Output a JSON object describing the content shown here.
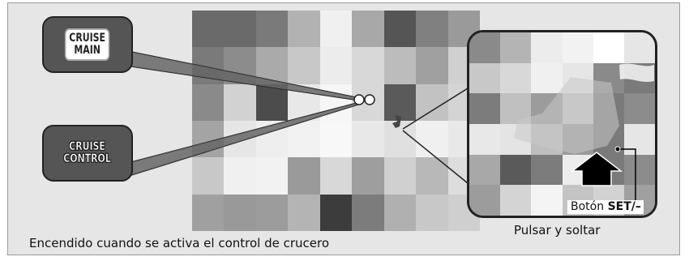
{
  "callouts": {
    "cruise_main": {
      "line1": "CRUISE",
      "line2": "MAIN"
    },
    "cruise_control": {
      "line1": "CRUISE",
      "line2": "CONTROL"
    }
  },
  "labels": {
    "caption_left": "Encendido cuando se activa el control de crucero",
    "caption_right": "Pulsar y soltar",
    "button_prefix": "Botón ",
    "button_bold": "SET/–"
  },
  "colors": {
    "frame_background": "#e6e6e6",
    "callout_fill": "#555555",
    "outline": "#222222"
  },
  "main_mosaic": [
    "#6a6a6a",
    "#6a6a6a",
    "#7a7a7a",
    "#b2b2b2",
    "#f0f0f0",
    "#a8a8a8",
    "#555555",
    "#808080",
    "#9a9a9a",
    "#7a7a7a",
    "#8c8c8c",
    "#aaaaaa",
    "#c8c8c8",
    "#ececec",
    "#d8d8d8",
    "#bcbcbc",
    "#a0a0a0",
    "#d0d0d0",
    "#8a8a8a",
    "#d2d2d2",
    "#4c4c4c",
    "#e8e8e8",
    "#f6f6f6",
    "#d8d8d8",
    "#5a5a5a",
    "#c2c2c2",
    "#d4d4d4",
    "#a4a4a4",
    "#e6e6e6",
    "#eeeeee",
    "#f2f2f2",
    "#f8f8f8",
    "#e8e8e8",
    "#e0e0e0",
    "#f0f0f0",
    "#e8e8e8",
    "#c8c8c8",
    "#f0f0f0",
    "#f2f2f2",
    "#9a9a9a",
    "#d8d8d8",
    "#9e9e9e",
    "#d0d0d0",
    "#b8b8b8",
    "#dddddd",
    "#a0a0a0",
    "#999999",
    "#9c9c9c",
    "#b4b4b4",
    "#3c3c3c",
    "#7c7c7c",
    "#b0b0b0",
    "#c8c8c8",
    "#cfcfcf"
  ],
  "inset_mosaic": [
    "#8a8a8a",
    "#b4b4b4",
    "#ececec",
    "#f2f2f2",
    "#ffffff",
    "#e6e6e6",
    "#c8c8c8",
    "#d8d8d8",
    "#f0f0f0",
    "#e6e6e6",
    "#8a8a8a",
    "#7a7a7a",
    "#7c7c7c",
    "#c0c0c0",
    "#9c9c9c",
    "#c8c8c8",
    "#7a7a7a",
    "#8c8c8c",
    "#e8e8e8",
    "#e4e4e4",
    "#bebebe",
    "#9a9a9a",
    "#7a7a7a",
    "#e6e6e6",
    "#a8a8a8",
    "#5a5a5a",
    "#7c7c7c",
    "#ececec",
    "#7a7a7a",
    "#8c8c8c",
    "#9c9c9c",
    "#d4d4d4",
    "#f4f4f4",
    "#c4c4c4",
    "#d2d2d2",
    "#a0a0a0"
  ]
}
